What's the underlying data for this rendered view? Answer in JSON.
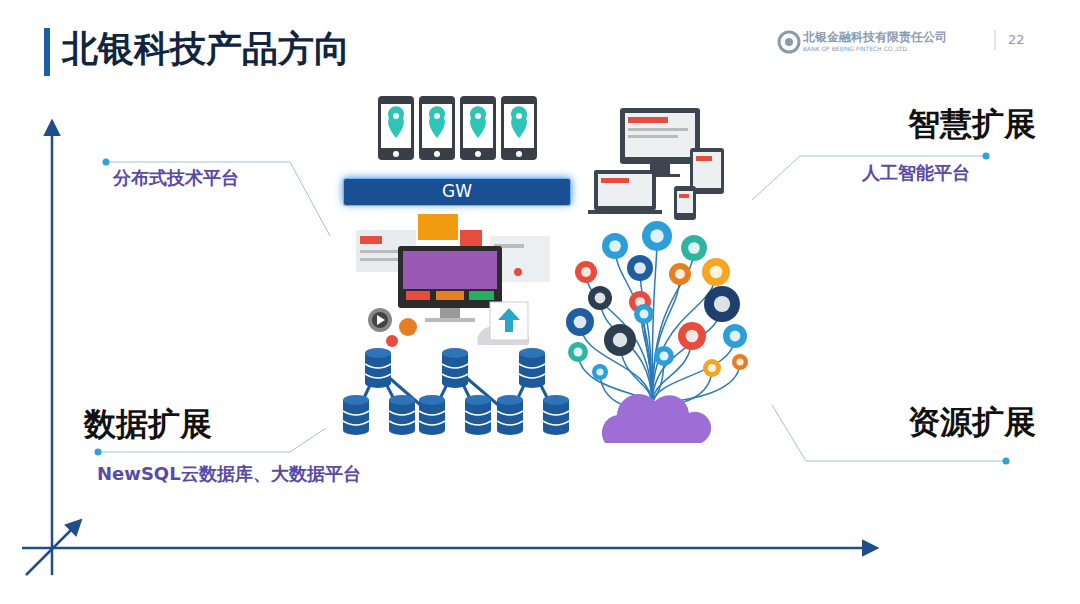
{
  "diagram": {
    "title": "北银科技产品方向",
    "nodes": [
      {
        "text": [
          "GW"
        ]
      }
    ],
    "labels": [
      "北银金融科技有限责任公司",
      "BANK OF BEIJING FINTECH CO.,LTD.",
      "22",
      "分布式技术平台",
      "智慧扩展",
      "人工智能平台",
      "数据扩展",
      "NewSQL云数据库、大数据平台",
      "资源扩展"
    ]
  }
}
